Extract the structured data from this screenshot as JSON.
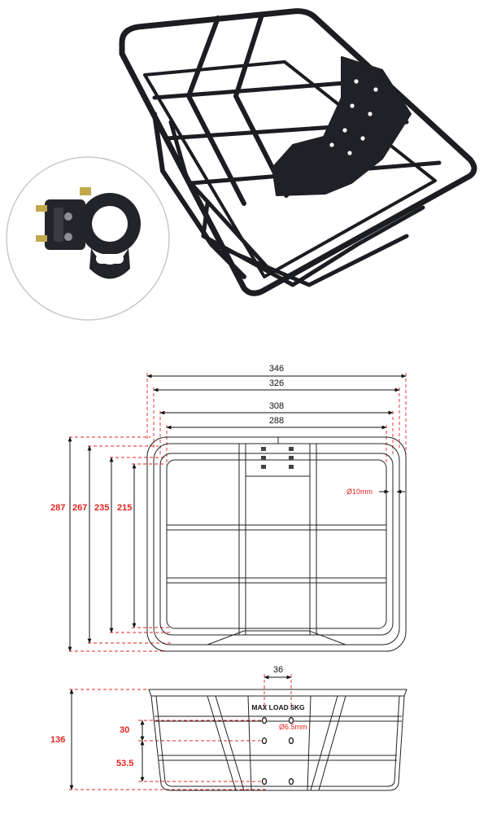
{
  "top_view": {
    "width_dims": [
      "346",
      "326",
      "308",
      "288"
    ],
    "height_dims": [
      "287",
      "267",
      "235",
      "215"
    ],
    "tube_diameter": "Ø10mm"
  },
  "front_view": {
    "hole_spacing": "36",
    "max_load": "MAX LOAD 5KG",
    "hole_diameter": "Ø6.5mm",
    "height": "136",
    "upper_gap": "30",
    "lower_gap": "53.5"
  },
  "colors": {
    "dimension_line": "#111111",
    "extension_line": "#e52421",
    "basket_frame": "#1c1d22"
  }
}
